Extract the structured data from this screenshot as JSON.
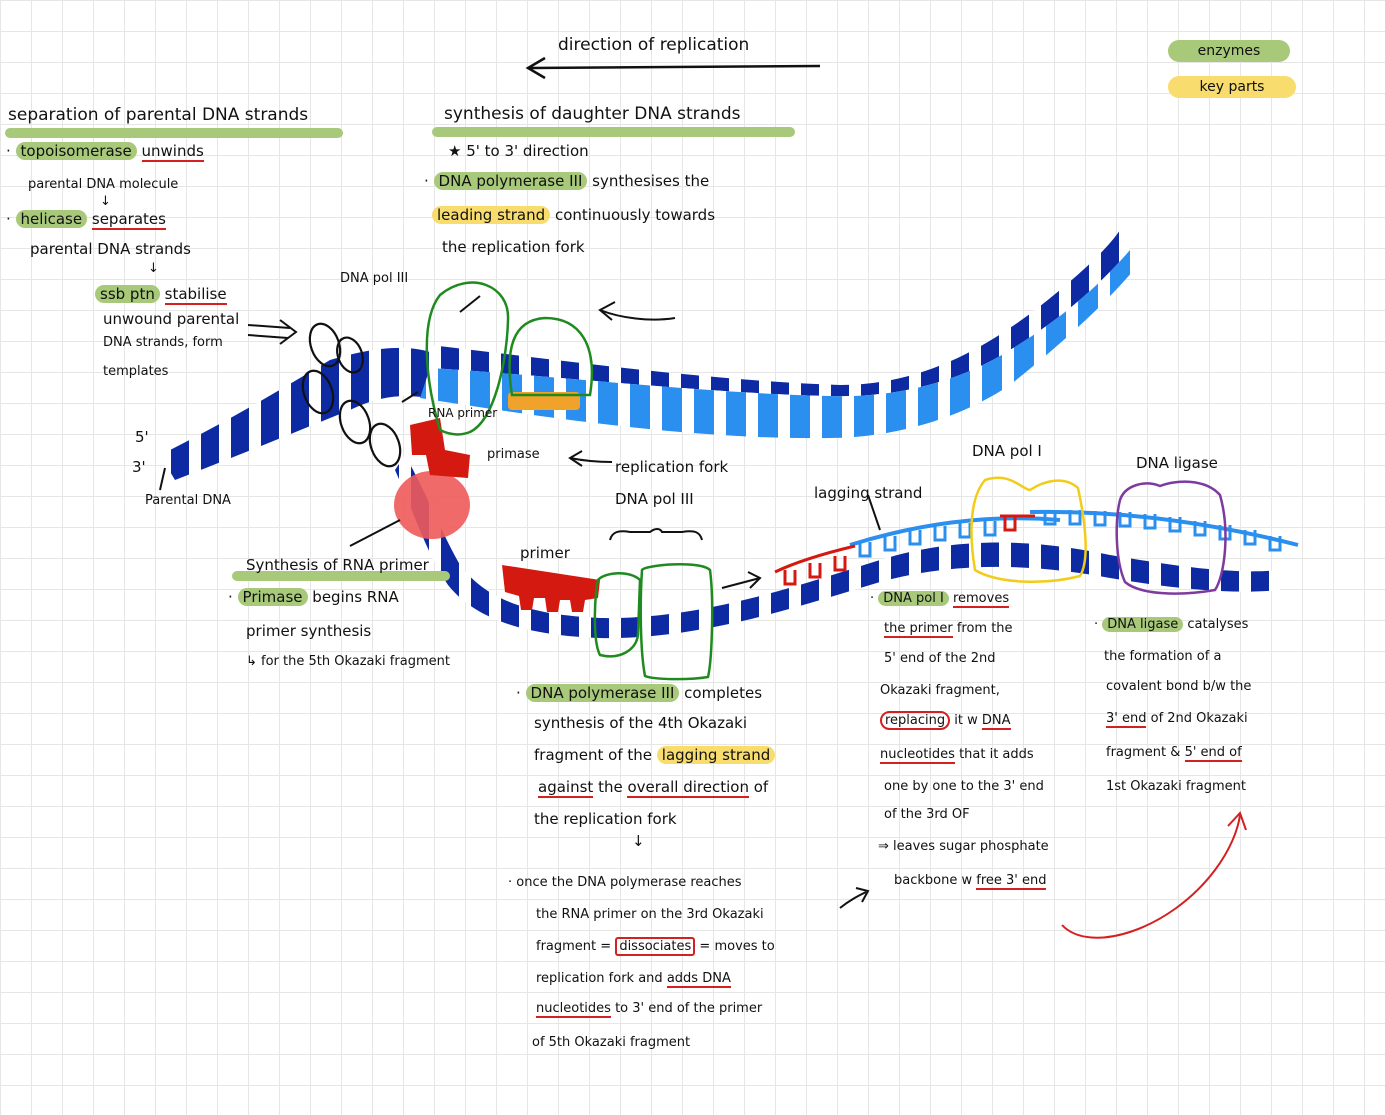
{
  "header": {
    "direction_label": "direction of replication"
  },
  "legend": {
    "enzymes": "enzymes",
    "key_parts": "key parts"
  },
  "separation": {
    "title": "separation of parental DNA strands",
    "topo": "topoisomerase",
    "unwinds": "unwinds",
    "parental_molecule": "parental DNA molecule",
    "down_arrow": "↓",
    "helicase": "helicase",
    "separates": "separates",
    "parental_strands": "parental DNA strands",
    "ssb": "ssb ptn",
    "stabilise": "stabilise",
    "unwound1": "unwound parental",
    "unwound2": "DNA strands, form",
    "templates": "templates"
  },
  "synthesis": {
    "title": "synthesis of daughter DNA strands",
    "star": "★ 5' to 3' direction",
    "dnapol3": "DNA polymerase III",
    "synth": "synthesises the",
    "leading": "leading strand",
    "cont": "continuously towards",
    "fork": "the replication fork"
  },
  "labels": {
    "dna_pol_3_top": "DNA pol III",
    "rna_primer": "RNA primer",
    "primase": "primase",
    "replication_fork": "replication fork",
    "dna_pol_3_mid": "DNA pol III",
    "five_prime": "5'",
    "three_prime": "3'",
    "parental_dna": "Parental DNA",
    "primer": "primer",
    "lagging_strand": "lagging strand",
    "dna_pol_1": "DNA pol I",
    "dna_ligase": "DNA ligase"
  },
  "rna_primer_note": {
    "title": "Synthesis of RNA primer",
    "primase": "Primase",
    "begins": "begins RNA",
    "line2": "primer synthesis",
    "line3": "↳ for the 5th Okazaki fragment"
  },
  "pol3_note": {
    "name": "DNA polymerase III",
    "completes": "completes",
    "line2": "synthesis of the 4th Okazaki",
    "line3a": "fragment of the",
    "lagging": "lagging strand",
    "against": "against",
    "the": "the",
    "overall": "overall direction",
    "of": "of",
    "line5": "the replication fork",
    "arrow": "↓"
  },
  "once_note": {
    "line1": "once the DNA polymerase reaches",
    "line2": "the RNA primer on the 3rd Okazaki",
    "fragment": "fragment =",
    "dissociates": "dissociates",
    "moves": "= moves to",
    "line4a": "replication fork and",
    "adds": "adds DNA",
    "nucleotides": "nucleotides",
    "line5b": "to 3' end of the primer",
    "line6": "of 5th Okazaki fragment"
  },
  "pol1_note": {
    "name": "DNA pol I",
    "removes": "removes",
    "the_primer": "the primer",
    "from": "from the",
    "line2": "5' end of the 2nd",
    "line3": "Okazaki fragment,",
    "replacing": "replacing",
    "it_w": "it w",
    "dna": "DNA",
    "nucleotides": "nucleotides",
    "that_it_adds": "that it adds",
    "line5": "one by one to the 3' end",
    "line6": "of the 3rd OF",
    "leaves": "⇒ leaves sugar phosphate",
    "backbone": "backbone w",
    "free": "free 3' end"
  },
  "ligase_note": {
    "name": "DNA ligase",
    "catalyses": "catalyses",
    "line2": "the formation of a",
    "line3": "covalent bond b/w the",
    "three_end": "3' end",
    "line4b": "of 2nd Okazaki",
    "line5a": "fragment &",
    "five_end": "5' end of",
    "line6": "1st Okazaki fragment"
  },
  "colors": {
    "navy": "#0d2aa3",
    "light_blue": "#2b8ff0",
    "red": "#d41a10",
    "orange": "#f0a22a",
    "green_outline": "#1f8a1f",
    "yellow_outline": "#f2cc18",
    "purple_outline": "#7d3aa0",
    "enzyme_highlight": "#a8c97a",
    "keypart_highlight": "#f8dc6e"
  }
}
